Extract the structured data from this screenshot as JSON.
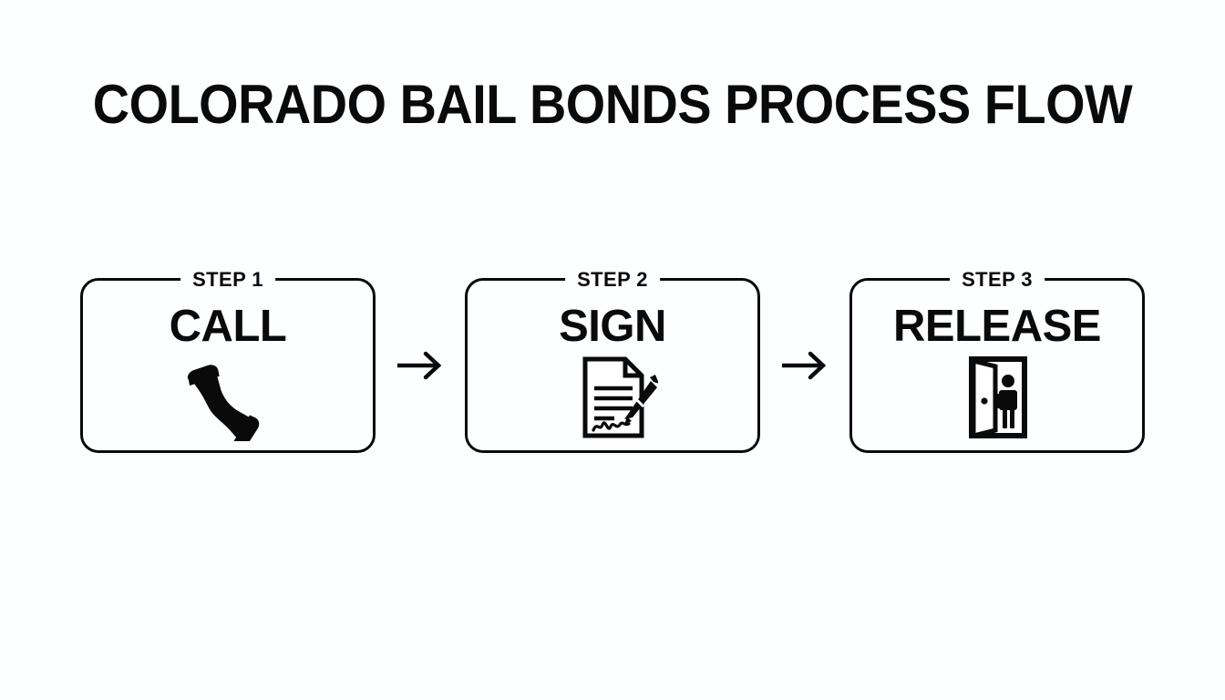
{
  "page": {
    "title": "COLORADO BAIL BONDS PROCESS FLOW",
    "background_color": "#fdfeff",
    "ink_color": "#0a0a0a"
  },
  "flow": {
    "steps": [
      {
        "legend": "STEP 1",
        "word": "CALL",
        "icon": "telephone-handset-icon"
      },
      {
        "legend": "STEP 2",
        "word": "SIGN",
        "icon": "document-with-pen-icon"
      },
      {
        "legend": "STEP 3",
        "word": "RELEASE",
        "icon": "open-door-with-person-icon"
      }
    ],
    "connectors": [
      {
        "icon": "arrow-right-icon"
      },
      {
        "icon": "arrow-right-icon"
      }
    ]
  }
}
